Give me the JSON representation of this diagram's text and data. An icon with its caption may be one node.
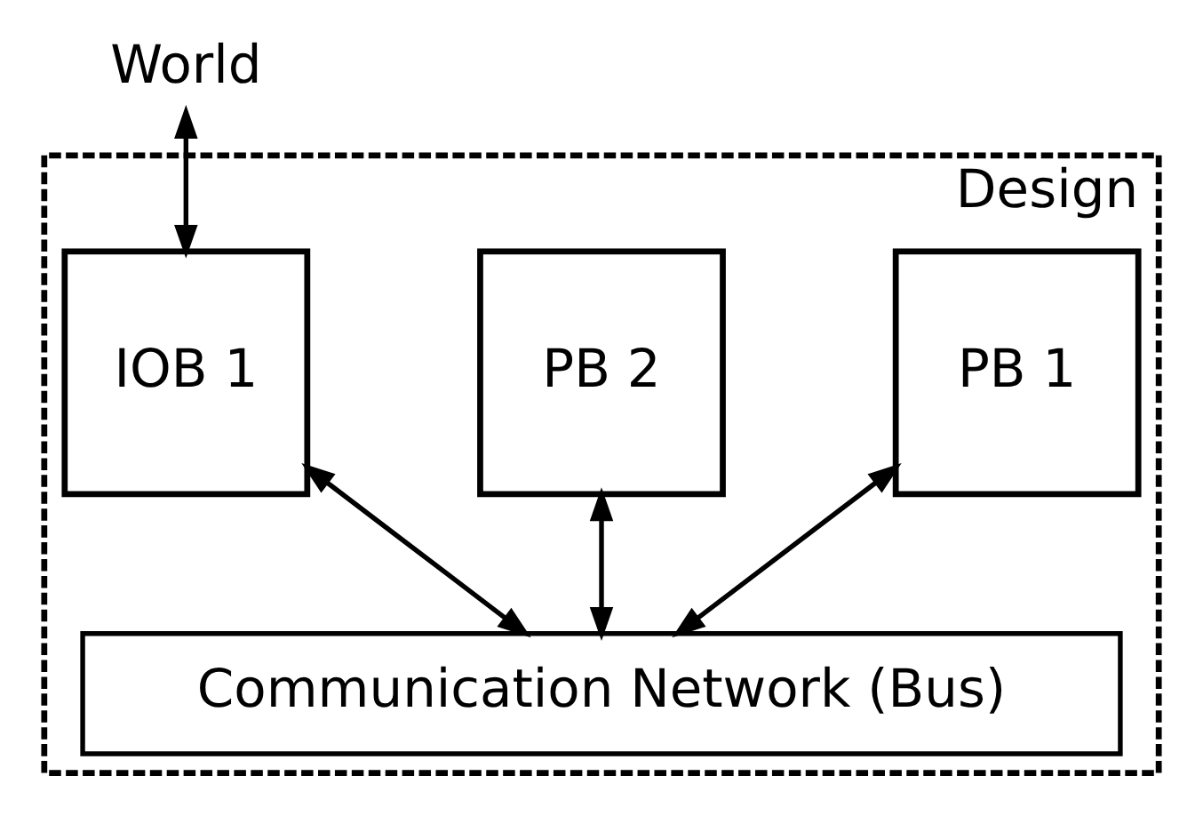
{
  "diagram": {
    "nodes": [
      {
        "text": [
          "World"
        ]
      },
      {
        "text": [
          "Design"
        ]
      },
      {
        "text": [
          "PB 1"
        ],
        "in": 1
      },
      {
        "text": [
          "PB 2"
        ],
        "in": 1
      },
      {
        "text": [
          "IOB 1"
        ],
        "in": 1
      },
      {
        "text": [
          "Communication Network (Bus)"
        ],
        "in": 1
      }
    ],
    "edges": [
      {
        "from": 4,
        "to": 0,
        "arrow": "both"
      },
      {
        "from": 2,
        "to": 5,
        "arrow": "both"
      },
      {
        "from": 3,
        "to": 5,
        "arrow": "both"
      },
      {
        "from": 4,
        "to": 5,
        "arrow": "both"
      }
    ]
  }
}
